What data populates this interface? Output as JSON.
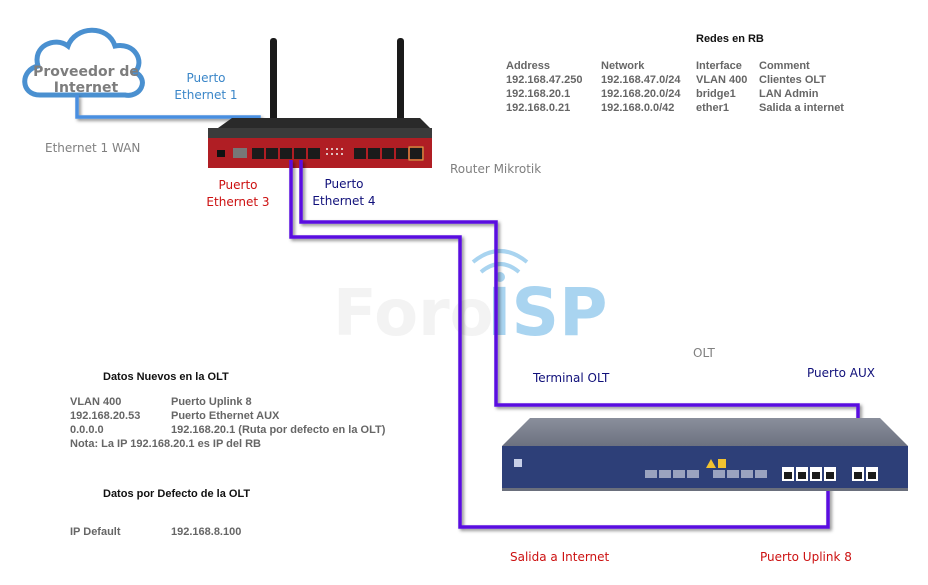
{
  "cloud": {
    "line1": "Proveedor de",
    "line2": "Internet"
  },
  "labels": {
    "puerto_eth1": [
      "Puerto",
      "Ethernet 1"
    ],
    "eth1_wan": "Ethernet 1 WAN",
    "puerto_eth3": [
      "Puerto",
      "Ethernet 3"
    ],
    "puerto_eth4": [
      "Puerto",
      "Ethernet 4"
    ],
    "router": "Router Mikrotik",
    "olt": "OLT",
    "terminal_olt": "Terminal OLT",
    "puerto_aux": "Puerto AUX",
    "salida_internet": "Salida a Internet",
    "puerto_uplink8": "Puerto Uplink 8"
  },
  "watermark": {
    "part1": "Foro",
    "part2": "ISP"
  },
  "redes_rb": {
    "title": "Redes en RB",
    "headers": [
      "Address",
      "Network",
      "Interface",
      "Comment"
    ],
    "rows": [
      [
        "192.168.47.250",
        "192.168.47.0/24",
        "VLAN 400",
        "Clientes OLT"
      ],
      [
        "192.168.20.1",
        "192.168.20.0/24",
        "bridge1",
        "LAN Admin"
      ],
      [
        "192.168.0.21",
        "192.168.0.0/42",
        "ether1",
        "Salida a internet"
      ]
    ]
  },
  "datos_nuevos": {
    "title": "Datos Nuevos en la OLT",
    "rows": [
      [
        "VLAN 400",
        "Puerto Uplink 8"
      ],
      [
        "192.168.20.53",
        "Puerto Ethernet AUX"
      ],
      [
        "0.0.0.0",
        "192.168.20.1 (Ruta por defecto en la OLT)"
      ]
    ],
    "note": "Nota: La IP 192.168.20.1 es IP del RB"
  },
  "datos_defecto": {
    "title": "Datos por Defecto de la OLT",
    "rows": [
      [
        "IP Default",
        "192.168.8.100"
      ]
    ]
  },
  "colors": {
    "cable_wan": "#4a8fe0",
    "cable_lan": "#5a10e0",
    "router_red": "#b01e24",
    "olt_blue": "#2d3f78",
    "cloud_outline": "#4a90d0"
  }
}
